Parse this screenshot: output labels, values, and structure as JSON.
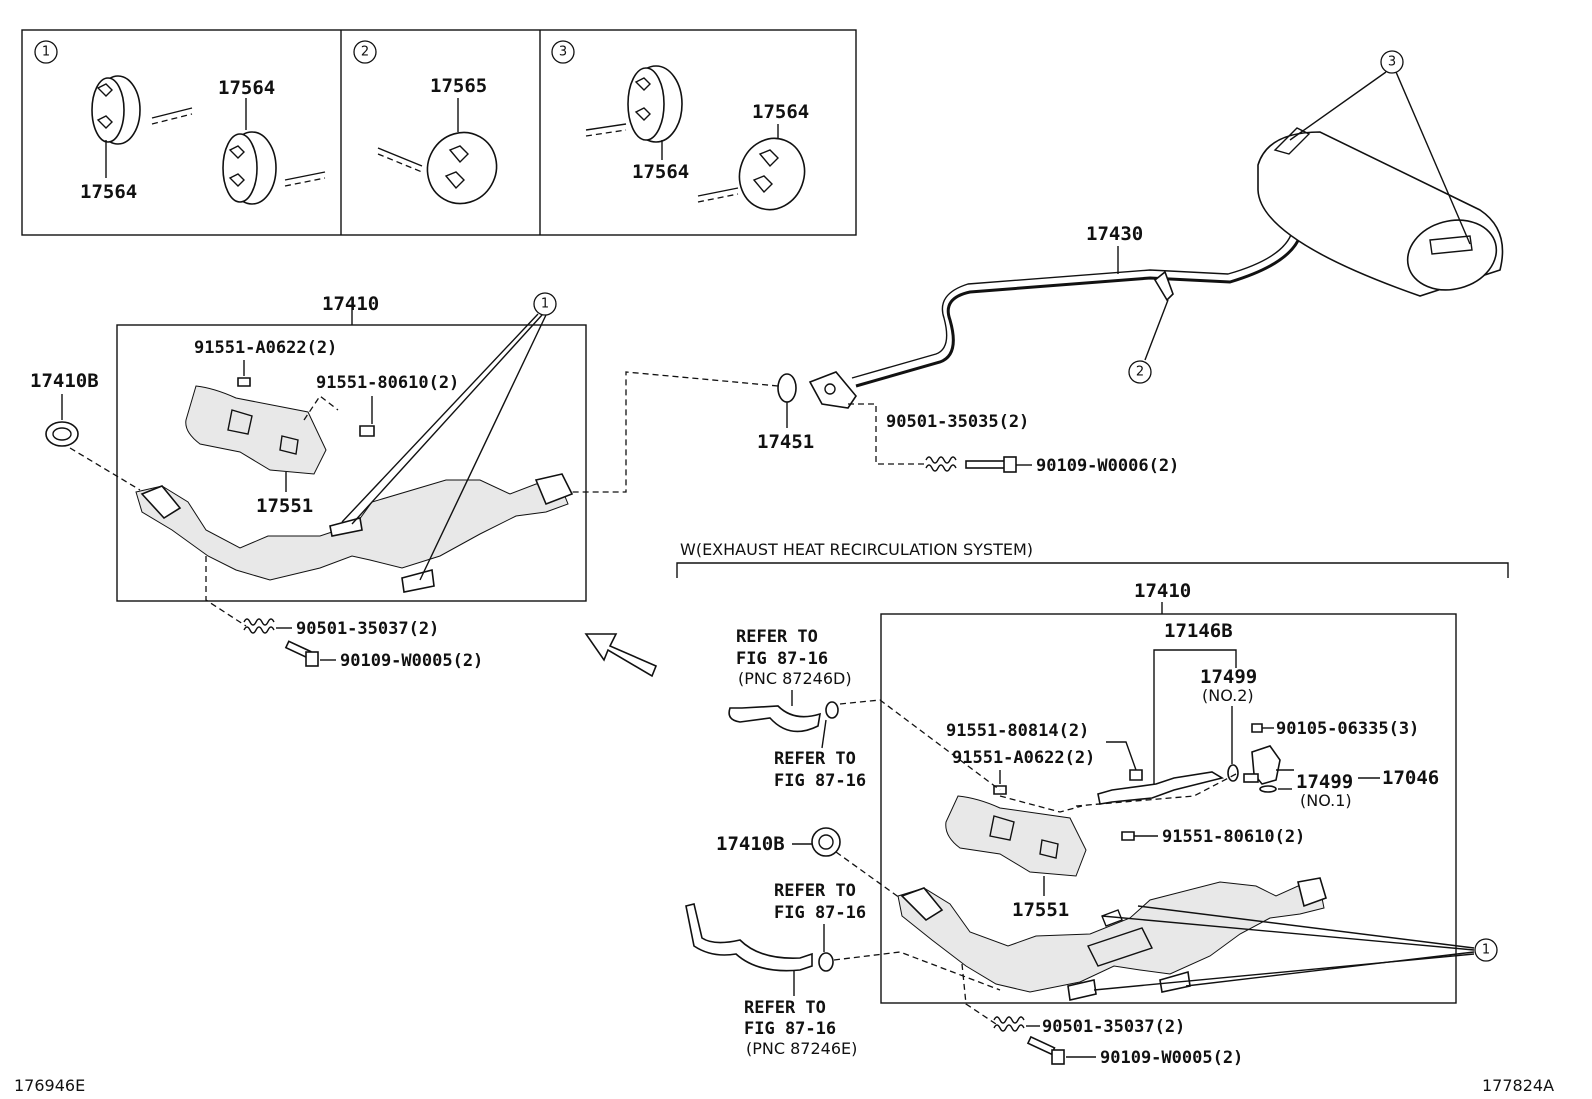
{
  "boxes": {
    "box1_num": "1",
    "box1_part_a": "17564",
    "box1_part_b": "17564",
    "box2_num": "2",
    "box2_part": "17565",
    "box3_num": "3",
    "box3_part_a": "17564",
    "box3_part_b": "17564"
  },
  "upper": {
    "assy": "17410",
    "gasket_left": "17410B",
    "bolt_a0622": "91551-A0622(2)",
    "bolt_80610": "91551-80610(2)",
    "insulator": "17551",
    "ref_circle": "1",
    "spring": "90501-35037(2)",
    "bolt_w0005": "90109-W0005(2)"
  },
  "tailpipe": {
    "pipe": "17430",
    "gasket": "17451",
    "spring": "90501-35035(2)",
    "bolt": "90109-W0006(2)",
    "ref_circle_2": "2",
    "ref_circle_3": "3"
  },
  "lower": {
    "header": "W(EXHAUST HEAT RECIRCULATION SYSTEM)",
    "assy": "17410",
    "hose_assy": "17146B",
    "gasket_no2": "17499",
    "gasket_no2_note": "(NO.2)",
    "bolt_06335": "90105-06335(3)",
    "bolt_80814": "91551-80814(2)",
    "bolt_a0622": "91551-A0622(2)",
    "gasket_no1": "17499",
    "gasket_no1_note": "(NO.1)",
    "valve": "17046",
    "bolt_80610": "91551-80610(2)",
    "gasket_left": "17410B",
    "insulator": "17551",
    "ref_circle": "1",
    "spring": "90501-35037(2)",
    "bolt_w0005": "90109-W0005(2)",
    "refer_top_1": "REFER TO",
    "refer_top_2": "FIG 87-16",
    "refer_top_3": "(PNC 87246D)",
    "refer_mid_1": "REFER TO",
    "refer_mid_2": "FIG 87-16",
    "refer_low_1": "REFER TO",
    "refer_low_2": "FIG 87-16",
    "refer_bot_1": "REFER TO",
    "refer_bot_2": "FIG 87-16",
    "refer_bot_3": "(PNC 87246E)"
  },
  "footer": {
    "code_left": "176946E",
    "code_right": "177824A"
  }
}
